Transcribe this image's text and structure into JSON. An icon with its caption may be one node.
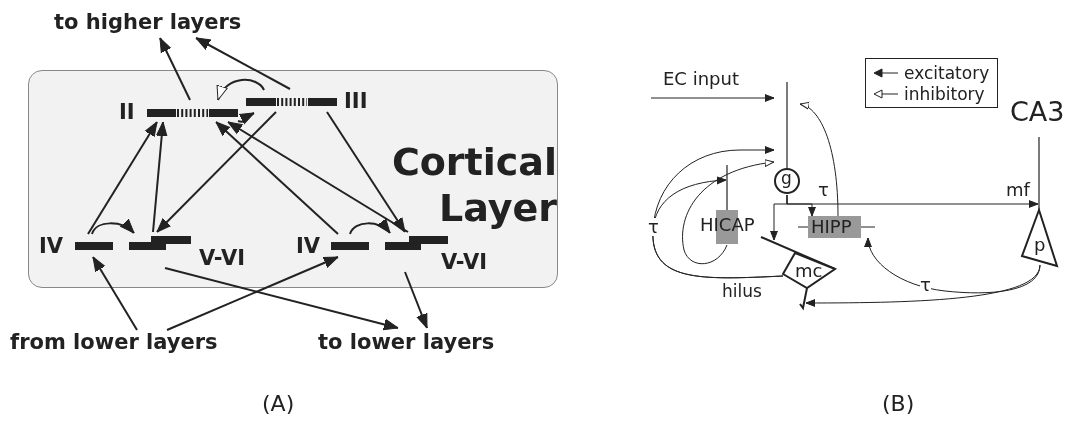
{
  "diagram": {
    "nodes": [
      {
        "text": [
          "Cortical Layer"
        ]
      },
      {
        "text": [
          "II"
        ],
        "in": 0
      },
      {
        "text": [
          "III"
        ],
        "in": 0
      },
      {
        "text": [
          "IV"
        ],
        "in": 0
      },
      {
        "text": [
          "V-VI"
        ],
        "in": 0
      },
      {
        "text": [
          "IV"
        ],
        "in": 0
      },
      {
        "text": [
          "V-VI"
        ],
        "in": 0
      },
      {
        "text": [
          "to higher layers"
        ]
      },
      {
        "text": [
          "from lower layers"
        ]
      },
      {
        "text": [
          "to lower layers"
        ]
      },
      {
        "text": [
          "EC input"
        ]
      },
      {
        "text": [
          "g"
        ]
      },
      {
        "text": [
          "HICAP"
        ]
      },
      {
        "text": [
          "HIPP"
        ]
      },
      {
        "text": [
          "mc"
        ]
      },
      {
        "text": [
          "p"
        ],
        "beside": [
          "CA3"
        ]
      }
    ],
    "edges": [
      {
        "from": 1,
        "to": 7,
        "arrow": "to"
      },
      {
        "from": 2,
        "to": 7,
        "arrow": "to"
      },
      {
        "from": 2,
        "to": 1,
        "arrow": "to"
      },
      {
        "from": 1,
        "to": 2,
        "arrow": "to"
      },
      {
        "from": 3,
        "to": 1,
        "arrow": "to"
      },
      {
        "from": 4,
        "to": 1,
        "arrow": "to"
      },
      {
        "from": 2,
        "to": 4,
        "arrow": "to"
      },
      {
        "from": 5,
        "to": 1,
        "arrow": "to"
      },
      {
        "from": 6,
        "to": 1,
        "arrow": "to"
      },
      {
        "from": 2,
        "to": 6,
        "arrow": "to"
      },
      {
        "from": 3,
        "to": 4,
        "arrow": "to"
      },
      {
        "from": 5,
        "to": 6,
        "arrow": "to"
      },
      {
        "from": 8,
        "to": 3,
        "arrow": "to"
      },
      {
        "from": 8,
        "to": 5,
        "arrow": "to"
      },
      {
        "from": 4,
        "to": 9,
        "arrow": "to"
      },
      {
        "from": 6,
        "to": 9,
        "arrow": "to"
      },
      {
        "from": 10,
        "to": 11,
        "arrow": "to"
      },
      {
        "from": 13,
        "to": 11,
        "arrow": "to"
      },
      {
        "from": 12,
        "to": 11,
        "arrow": "to"
      },
      {
        "from": 14,
        "to": 11,
        "arrow": "to",
        "label": "τ"
      },
      {
        "from": 14,
        "to": 12,
        "arrow": "to"
      },
      {
        "from": 11,
        "to": 15,
        "arrow": "to",
        "label": "mf"
      },
      {
        "from": 11,
        "to": 14,
        "arrow": "to"
      },
      {
        "from": 11,
        "to": 13,
        "arrow": "to",
        "label": "τ"
      },
      {
        "from": 15,
        "to": 13,
        "arrow": "to",
        "label": "τ"
      },
      {
        "from": 15,
        "to": 14,
        "arrow": "to"
      }
    ],
    "labels": [
      "hilus",
      "(A)",
      "(B)"
    ],
    "legend": [
      {
        "text": "excitatory"
      },
      {
        "text": "inhibitory"
      }
    ]
  }
}
